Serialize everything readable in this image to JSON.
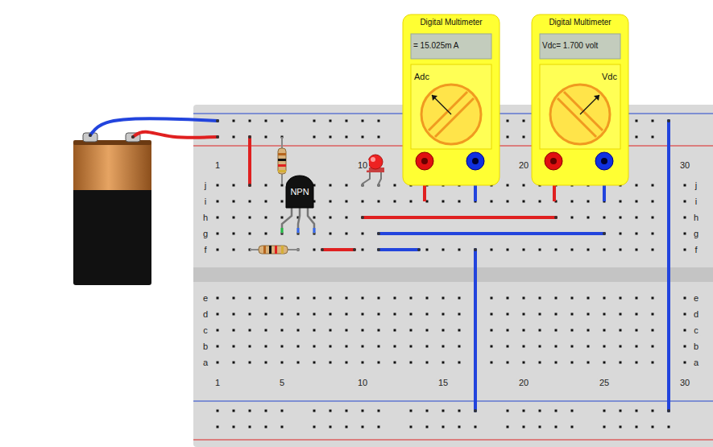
{
  "diagram": {
    "nodes": [
      {
        "text": [
          "Digital Multimeter",
          "= 15.025m A",
          "Adc"
        ]
      },
      {
        "text": [
          "Digital Multimeter",
          "Vdc= 1.700 volt",
          "Vdc"
        ]
      },
      {
        "text": [
          "NPN"
        ]
      }
    ],
    "labels": [
      "1",
      "10",
      "20",
      "30",
      "j",
      "i",
      "h",
      "g",
      "f",
      "j",
      "i",
      "h",
      "g",
      "f",
      "e",
      "d",
      "c",
      "b",
      "a",
      "e",
      "d",
      "c",
      "b",
      "a",
      "1",
      "5",
      "10",
      "15",
      "20",
      "25",
      "30"
    ]
  }
}
